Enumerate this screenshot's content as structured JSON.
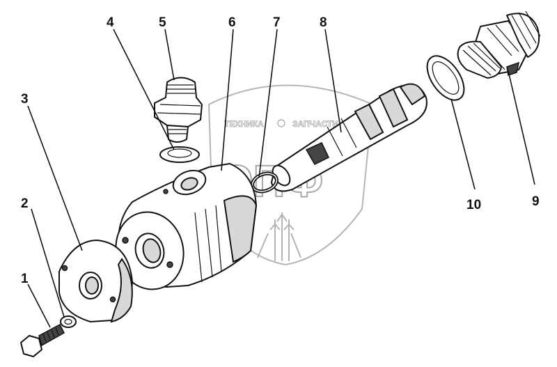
{
  "callouts": [
    {
      "id": "1",
      "label": "1"
    },
    {
      "id": "2",
      "label": "2"
    },
    {
      "id": "3",
      "label": "3"
    },
    {
      "id": "4",
      "label": "4"
    },
    {
      "id": "5",
      "label": "5"
    },
    {
      "id": "6",
      "label": "6"
    },
    {
      "id": "7",
      "label": "7"
    },
    {
      "id": "8",
      "label": "8"
    },
    {
      "id": "9",
      "label": "9"
    },
    {
      "id": "10",
      "label": "10"
    }
  ],
  "watermark": {
    "line1_left": "ТЕХНИКА",
    "line1_right": "ЗАПЧАСТИ",
    "letters": "ЭПФ"
  }
}
